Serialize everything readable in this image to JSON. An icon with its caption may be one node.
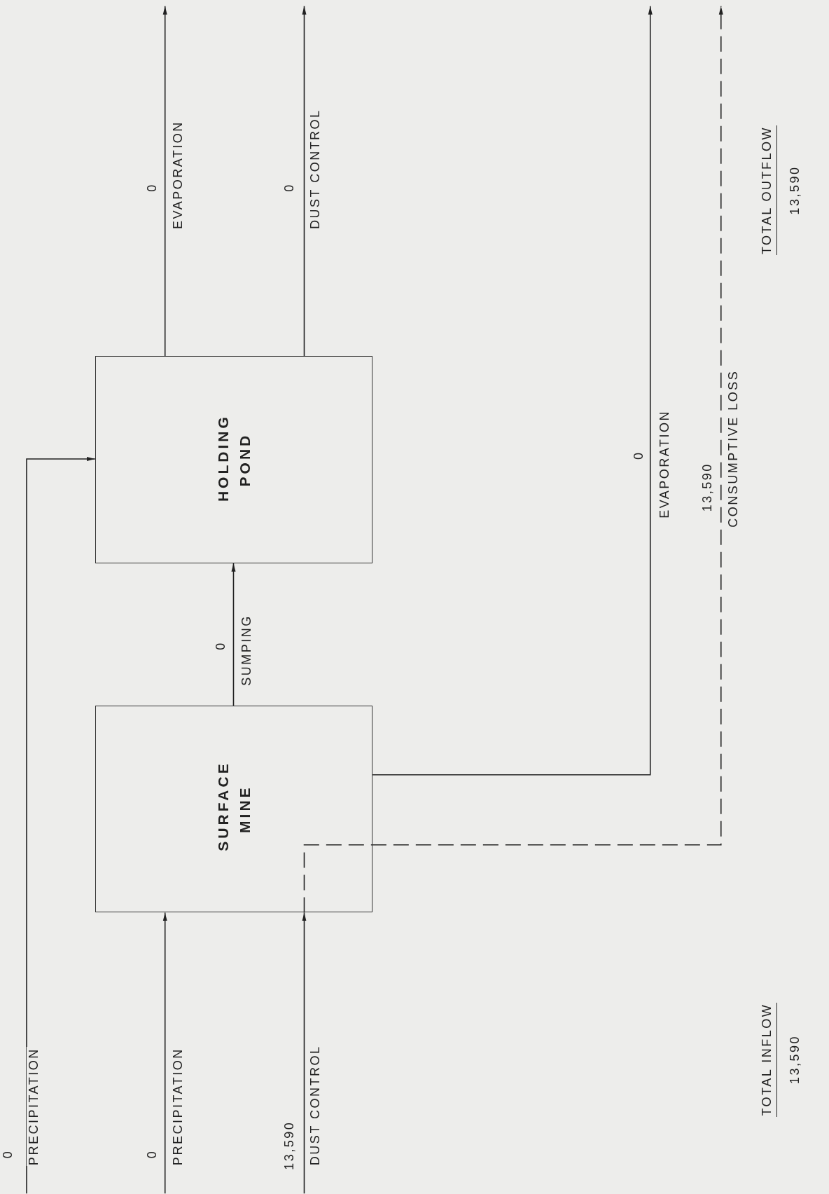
{
  "diagram": {
    "nodes": [
      {
        "text": [
          "SURFACE MINE"
        ]
      },
      {
        "text": [
          "HOLDING POND"
        ]
      }
    ],
    "edges": [
      {
        "from": 0,
        "to": 1,
        "arrow": "to",
        "label": "SUMPING"
      },
      {
        "from": null,
        "to": 1,
        "arrow": "to",
        "label": "PRECIPITATION"
      },
      {
        "from": null,
        "to": 0,
        "arrow": "to",
        "label": "PRECIPITATION"
      },
      {
        "from": null,
        "to": 0,
        "arrow": "to",
        "label": "DUST CONTROL"
      },
      {
        "from": 1,
        "to": null,
        "arrow": "to",
        "label": "EVAPORATION"
      },
      {
        "from": 1,
        "to": null,
        "arrow": "to",
        "label": "DUST CONTROL"
      },
      {
        "from": 0,
        "to": null,
        "arrow": "to",
        "label": "EVAPORATION"
      },
      {
        "from": 0,
        "to": null,
        "arrow": "to",
        "label": "CONSUMPTIVE LOSS",
        "style": "dashed"
      }
    ],
    "labels": [
      "0",
      "0",
      "13,590",
      "0",
      "0",
      "0",
      "0",
      "13,590",
      "TOTAL INFLOW",
      "13,590",
      "TOTAL OUTFLOW",
      "13,590"
    ]
  }
}
